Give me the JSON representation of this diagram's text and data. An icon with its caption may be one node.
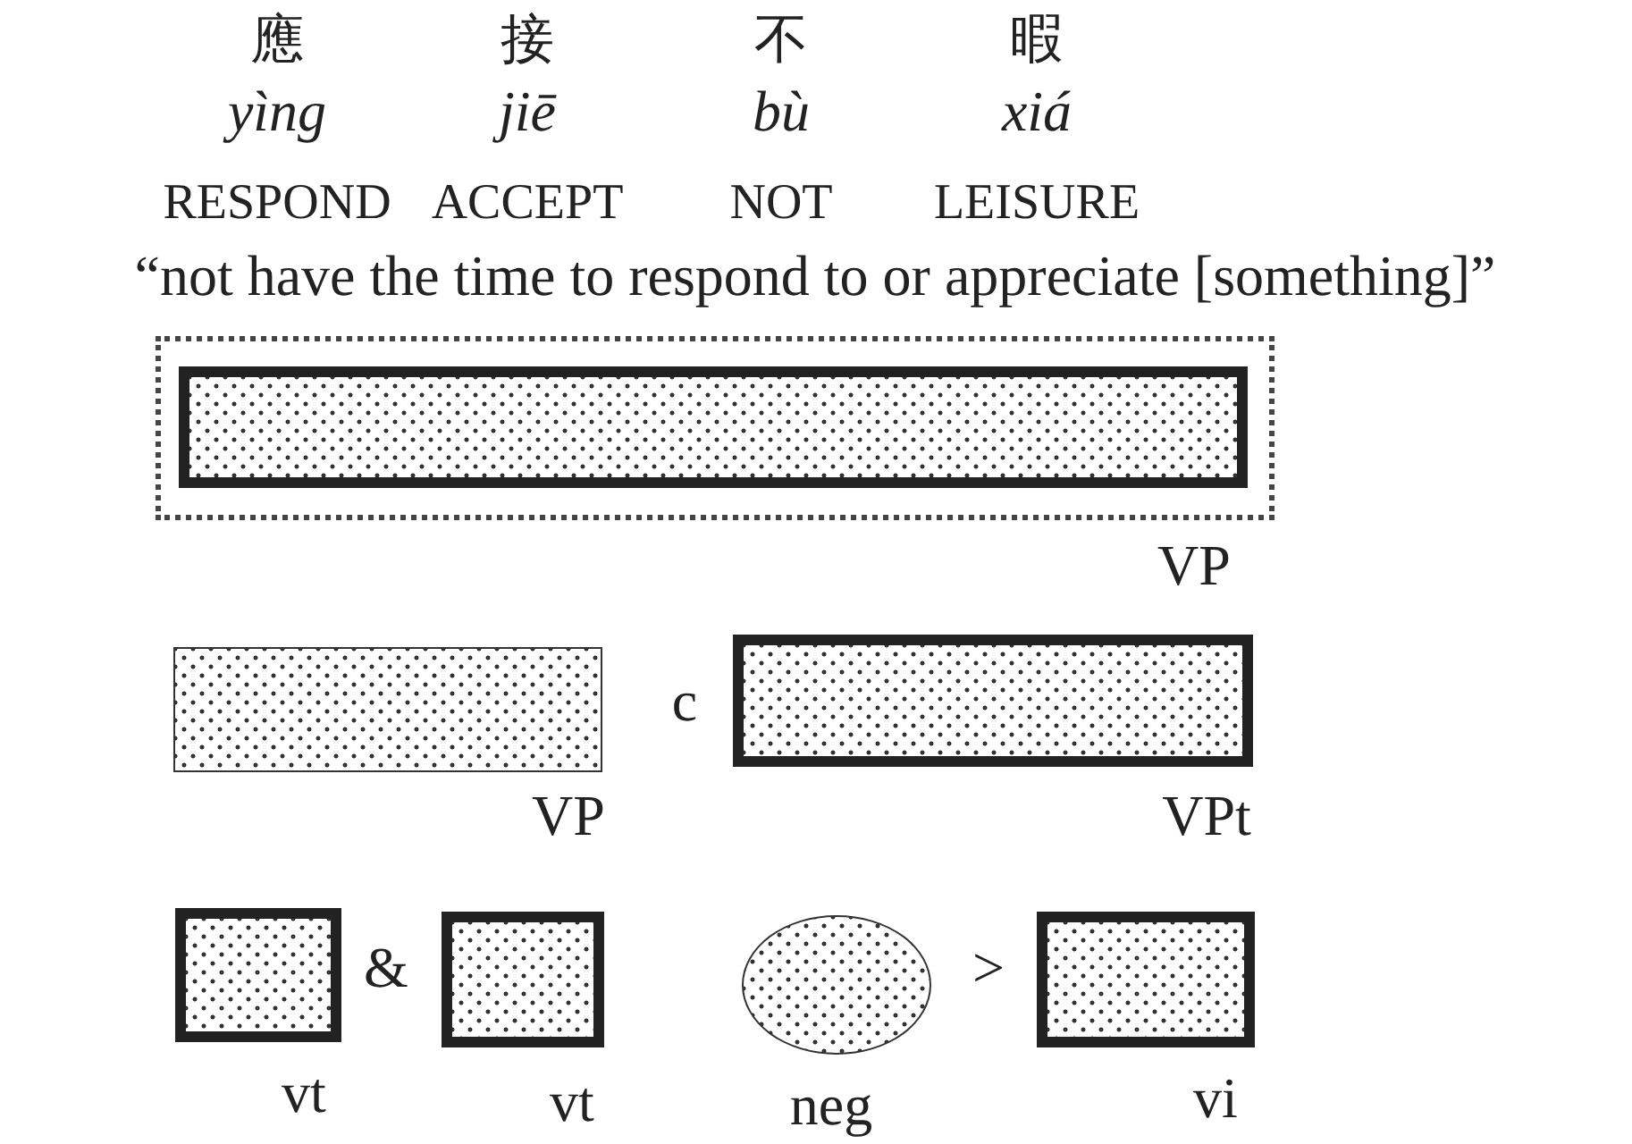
{
  "diagram": {
    "nodes": [
      {
        "text": [],
        "shape": "box"
      },
      {
        "text": [],
        "shape": "bar",
        "in": 0,
        "beside": [
          "VP"
        ]
      },
      {
        "text": [],
        "shape": "bar",
        "beside": [
          "VP"
        ]
      },
      {
        "text": [],
        "shape": "bar",
        "beside": [
          "VPt"
        ]
      },
      {
        "text": [],
        "shape": "box",
        "beside": [
          "vt"
        ]
      },
      {
        "text": [],
        "shape": "box",
        "beside": [
          "vt"
        ]
      },
      {
        "text": [],
        "shape": "ellipse",
        "beside": [
          "neg"
        ]
      },
      {
        "text": [],
        "shape": "box",
        "beside": [
          "vi"
        ]
      }
    ],
    "edges": [],
    "labels": [
      "應",
      "接",
      "不",
      "暇",
      "yìng",
      "jiē",
      "bù",
      "xiá",
      "RESPOND",
      "ACCEPT",
      "NOT",
      "LEISURE",
      "“not have the time to respond to or appreciate [something]”",
      "c",
      "&",
      ">"
    ]
  }
}
